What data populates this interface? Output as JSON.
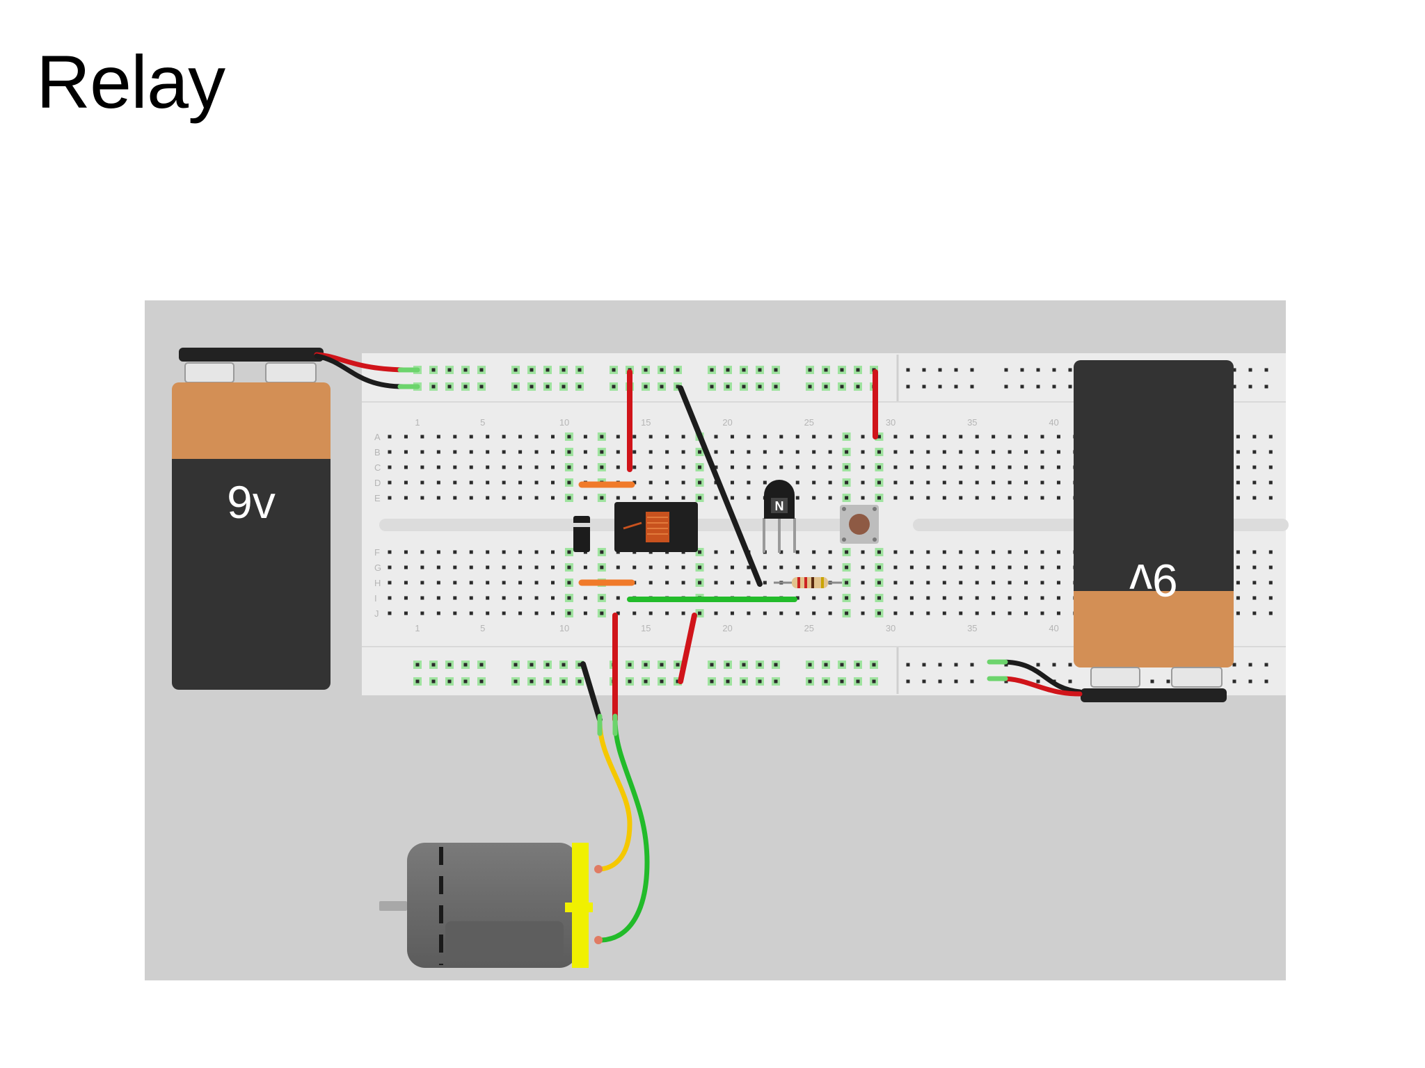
{
  "slide": {
    "title": "Relay"
  },
  "breadboard": {
    "column_labels": [
      "1",
      "5",
      "10",
      "15",
      "20",
      "25",
      "30",
      "35",
      "40"
    ],
    "row_labels_top": [
      "A",
      "B",
      "C",
      "D",
      "E"
    ],
    "row_labels_bottom": [
      "F",
      "G",
      "H",
      "I",
      "J"
    ]
  },
  "batteries": {
    "left": {
      "label": "9v"
    },
    "right": {
      "label": "9v"
    }
  },
  "components": {
    "transistor": {
      "label": "N"
    }
  },
  "colors": {
    "background": "#cfcfcf",
    "breadboard": "#ececec",
    "battery_body": "#333333",
    "battery_cap": "#d38f55",
    "wire_red": "#d0141a",
    "wire_black": "#1c1c1c",
    "wire_green": "#22bb2a",
    "wire_yellow": "#f5c800",
    "wire_orange": "#f07a2a",
    "motor_end_cap": "#f0f000"
  }
}
